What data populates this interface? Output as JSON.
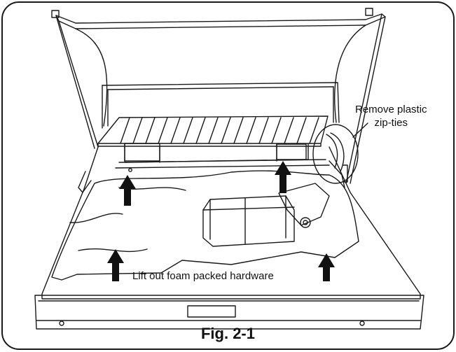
{
  "annotations": {
    "zip_ties_line1": "Remove plastic",
    "zip_ties_line2": "zip-ties",
    "foam_hardware": "Lift out foam packed hardware"
  },
  "figure": {
    "caption": "Fig. 2-1"
  },
  "colors": {
    "stroke": "#1a1a1a",
    "background": "#ffffff"
  },
  "icons": [
    "up-arrow-icon"
  ]
}
